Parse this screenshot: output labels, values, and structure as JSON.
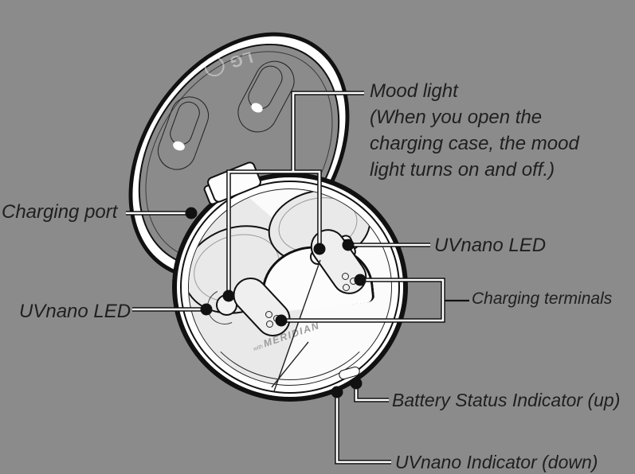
{
  "diagram": {
    "labels": {
      "charging_port": "Charging port",
      "mood_light": {
        "lines": [
          "Mood light",
          "(When you open the",
          "charging case, the mood",
          "light turns on and off.)"
        ]
      },
      "uvnano_led_right": "UVnano LED",
      "uvnano_led_left": "UVnano LED",
      "charging_terminals": "Charging terminals",
      "battery_status_indicator": "Battery Status Indicator (up)",
      "uvnano_indicator": "UVnano Indicator (down)"
    },
    "branding": {
      "logo": "LG",
      "meridian_prefix": "with",
      "meridian": "MERIDIAN"
    },
    "colors": {
      "background": "#8b8b8b",
      "outline": "#111111",
      "label_text": "#1f1f1f",
      "leader_casing": "#111111",
      "leader_fill": "#ffffff",
      "earbud_fill": "#e9e9e9",
      "tray_fill": "#fbfbfb",
      "logo_tint": "rgba(255,255,255,0.42)",
      "meridian_text": "#9b9b9b"
    }
  }
}
